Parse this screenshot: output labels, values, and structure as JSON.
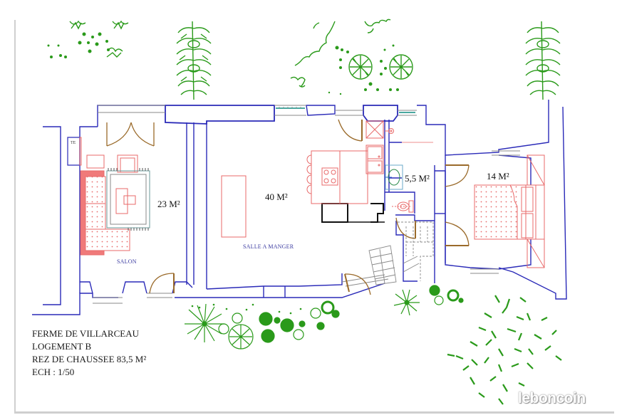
{
  "plan": {
    "title_lines": [
      "FERME DE VILLARCEAU",
      "LOGEMENT B",
      "REZ DE CHAUSSEE 83,5 M²",
      "ECH : 1/50"
    ],
    "rooms": [
      {
        "id": "salon",
        "name": "SALON",
        "area": "23 M²"
      },
      {
        "id": "salle-a-manger",
        "name": "SALLE A MANGER",
        "area": "40 M²"
      },
      {
        "id": "salle-de-bain",
        "name": "",
        "area": "5,5 M²"
      },
      {
        "id": "chambre",
        "name": "",
        "area": "14 M²"
      }
    ],
    "annotations": {
      "te": "TE"
    },
    "colors": {
      "wall": "#2a2ab8",
      "furniture": "#e86a6a",
      "furniture_fill": "#f07a7a",
      "door": "#9a6a2a",
      "vegetation": "#2a9a1a",
      "window": "#8a8a8a",
      "window_glass": "#4aa8a0"
    }
  },
  "watermark": {
    "text": "leboncoin"
  }
}
